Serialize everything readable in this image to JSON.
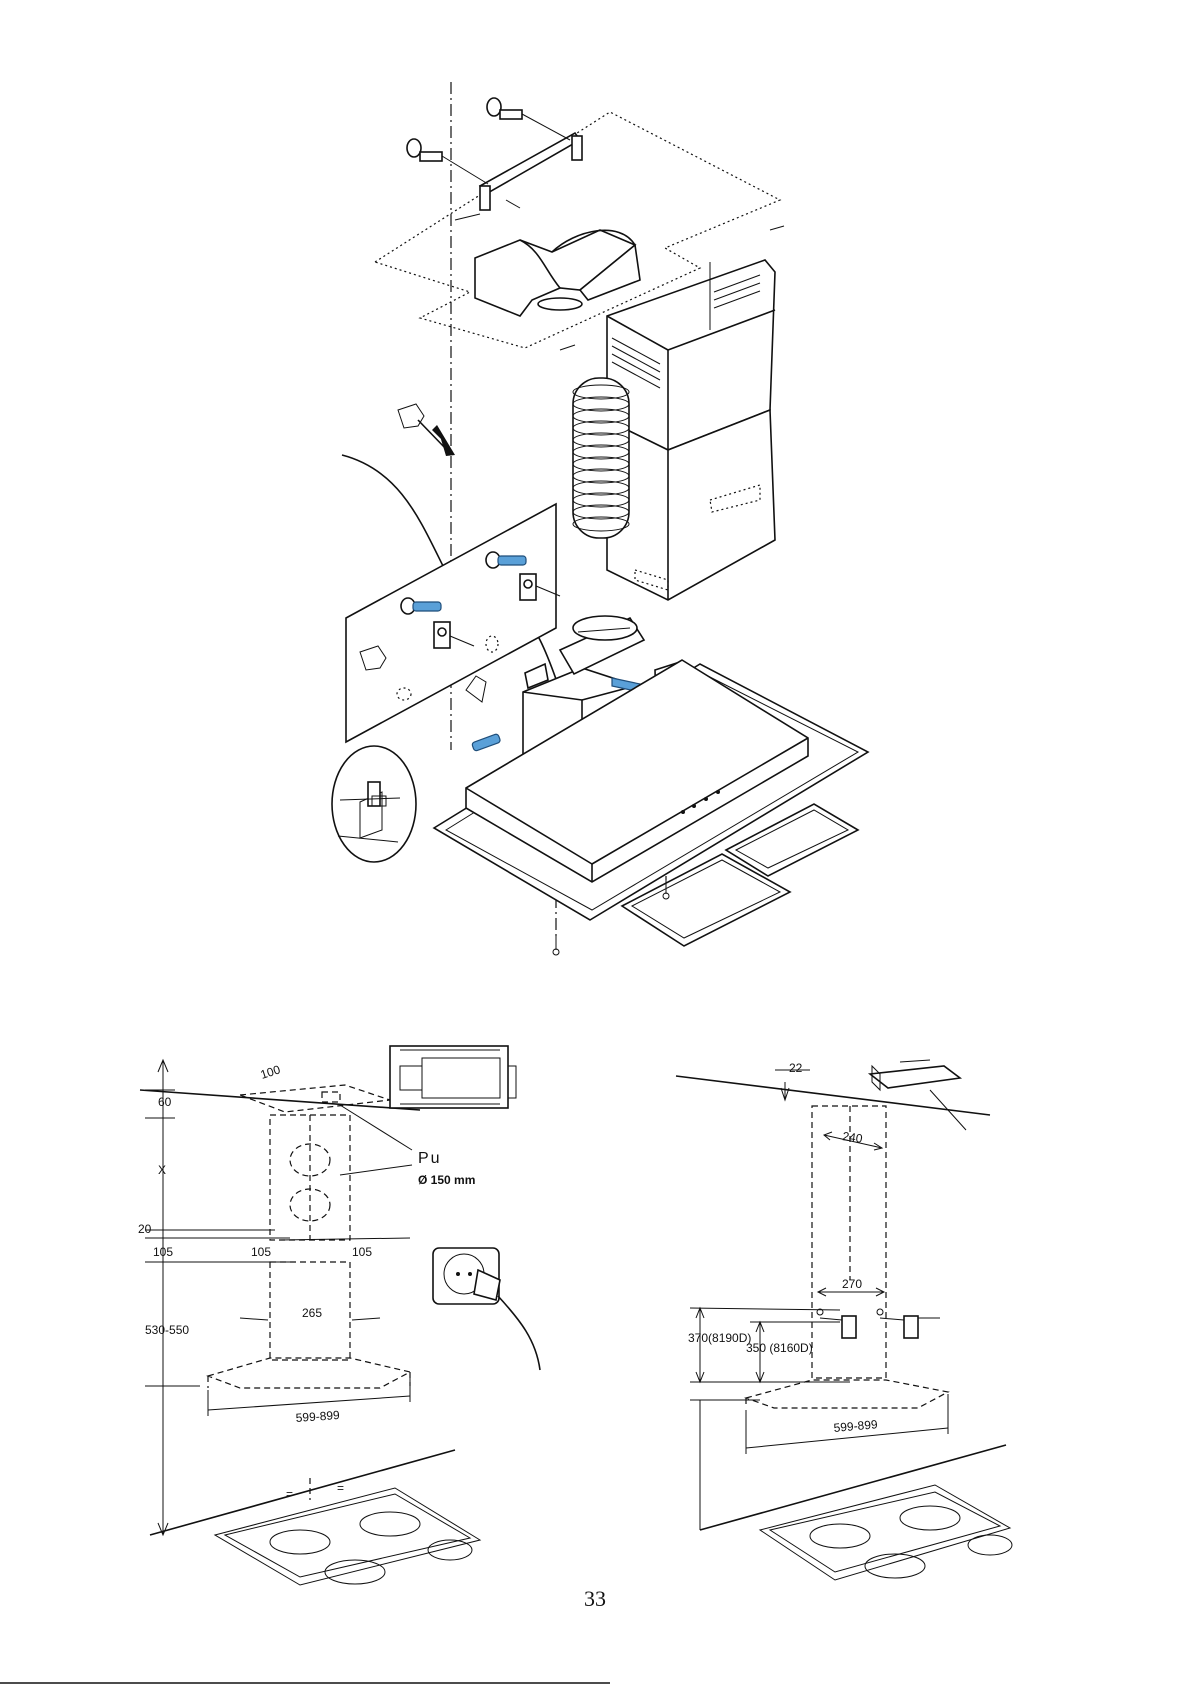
{
  "page_number": "33",
  "left_drawing": {
    "labels": {
      "d100": "100",
      "d60": "60",
      "dx": "X",
      "pu": "Pu",
      "duct_diameter": "Ø 150 mm",
      "d20": "20",
      "d105_left": "105",
      "d105_mid": "105",
      "d105_right": "105",
      "d265": "265",
      "d530_550": "530-550",
      "d599_899": "599-899",
      "eq_left": "=",
      "eq_right": "="
    }
  },
  "right_drawing": {
    "labels": {
      "d22": "22",
      "d240": "240",
      "d270": "270",
      "d370": "370(8190D)",
      "d350": "350 (8160D)",
      "d599_899": "599-899"
    }
  }
}
